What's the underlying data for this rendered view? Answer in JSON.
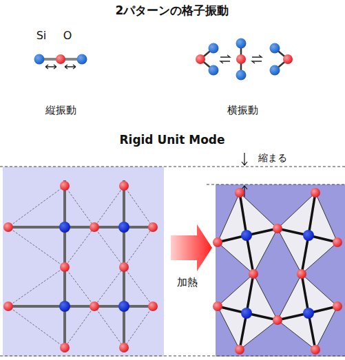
{
  "diagram": {
    "title": "2パターンの格子振動",
    "labels": [
      "Si",
      "O",
      "縦振動",
      "横振動",
      "Rigid Unit Mode",
      "縮まる",
      "加熱"
    ]
  }
}
